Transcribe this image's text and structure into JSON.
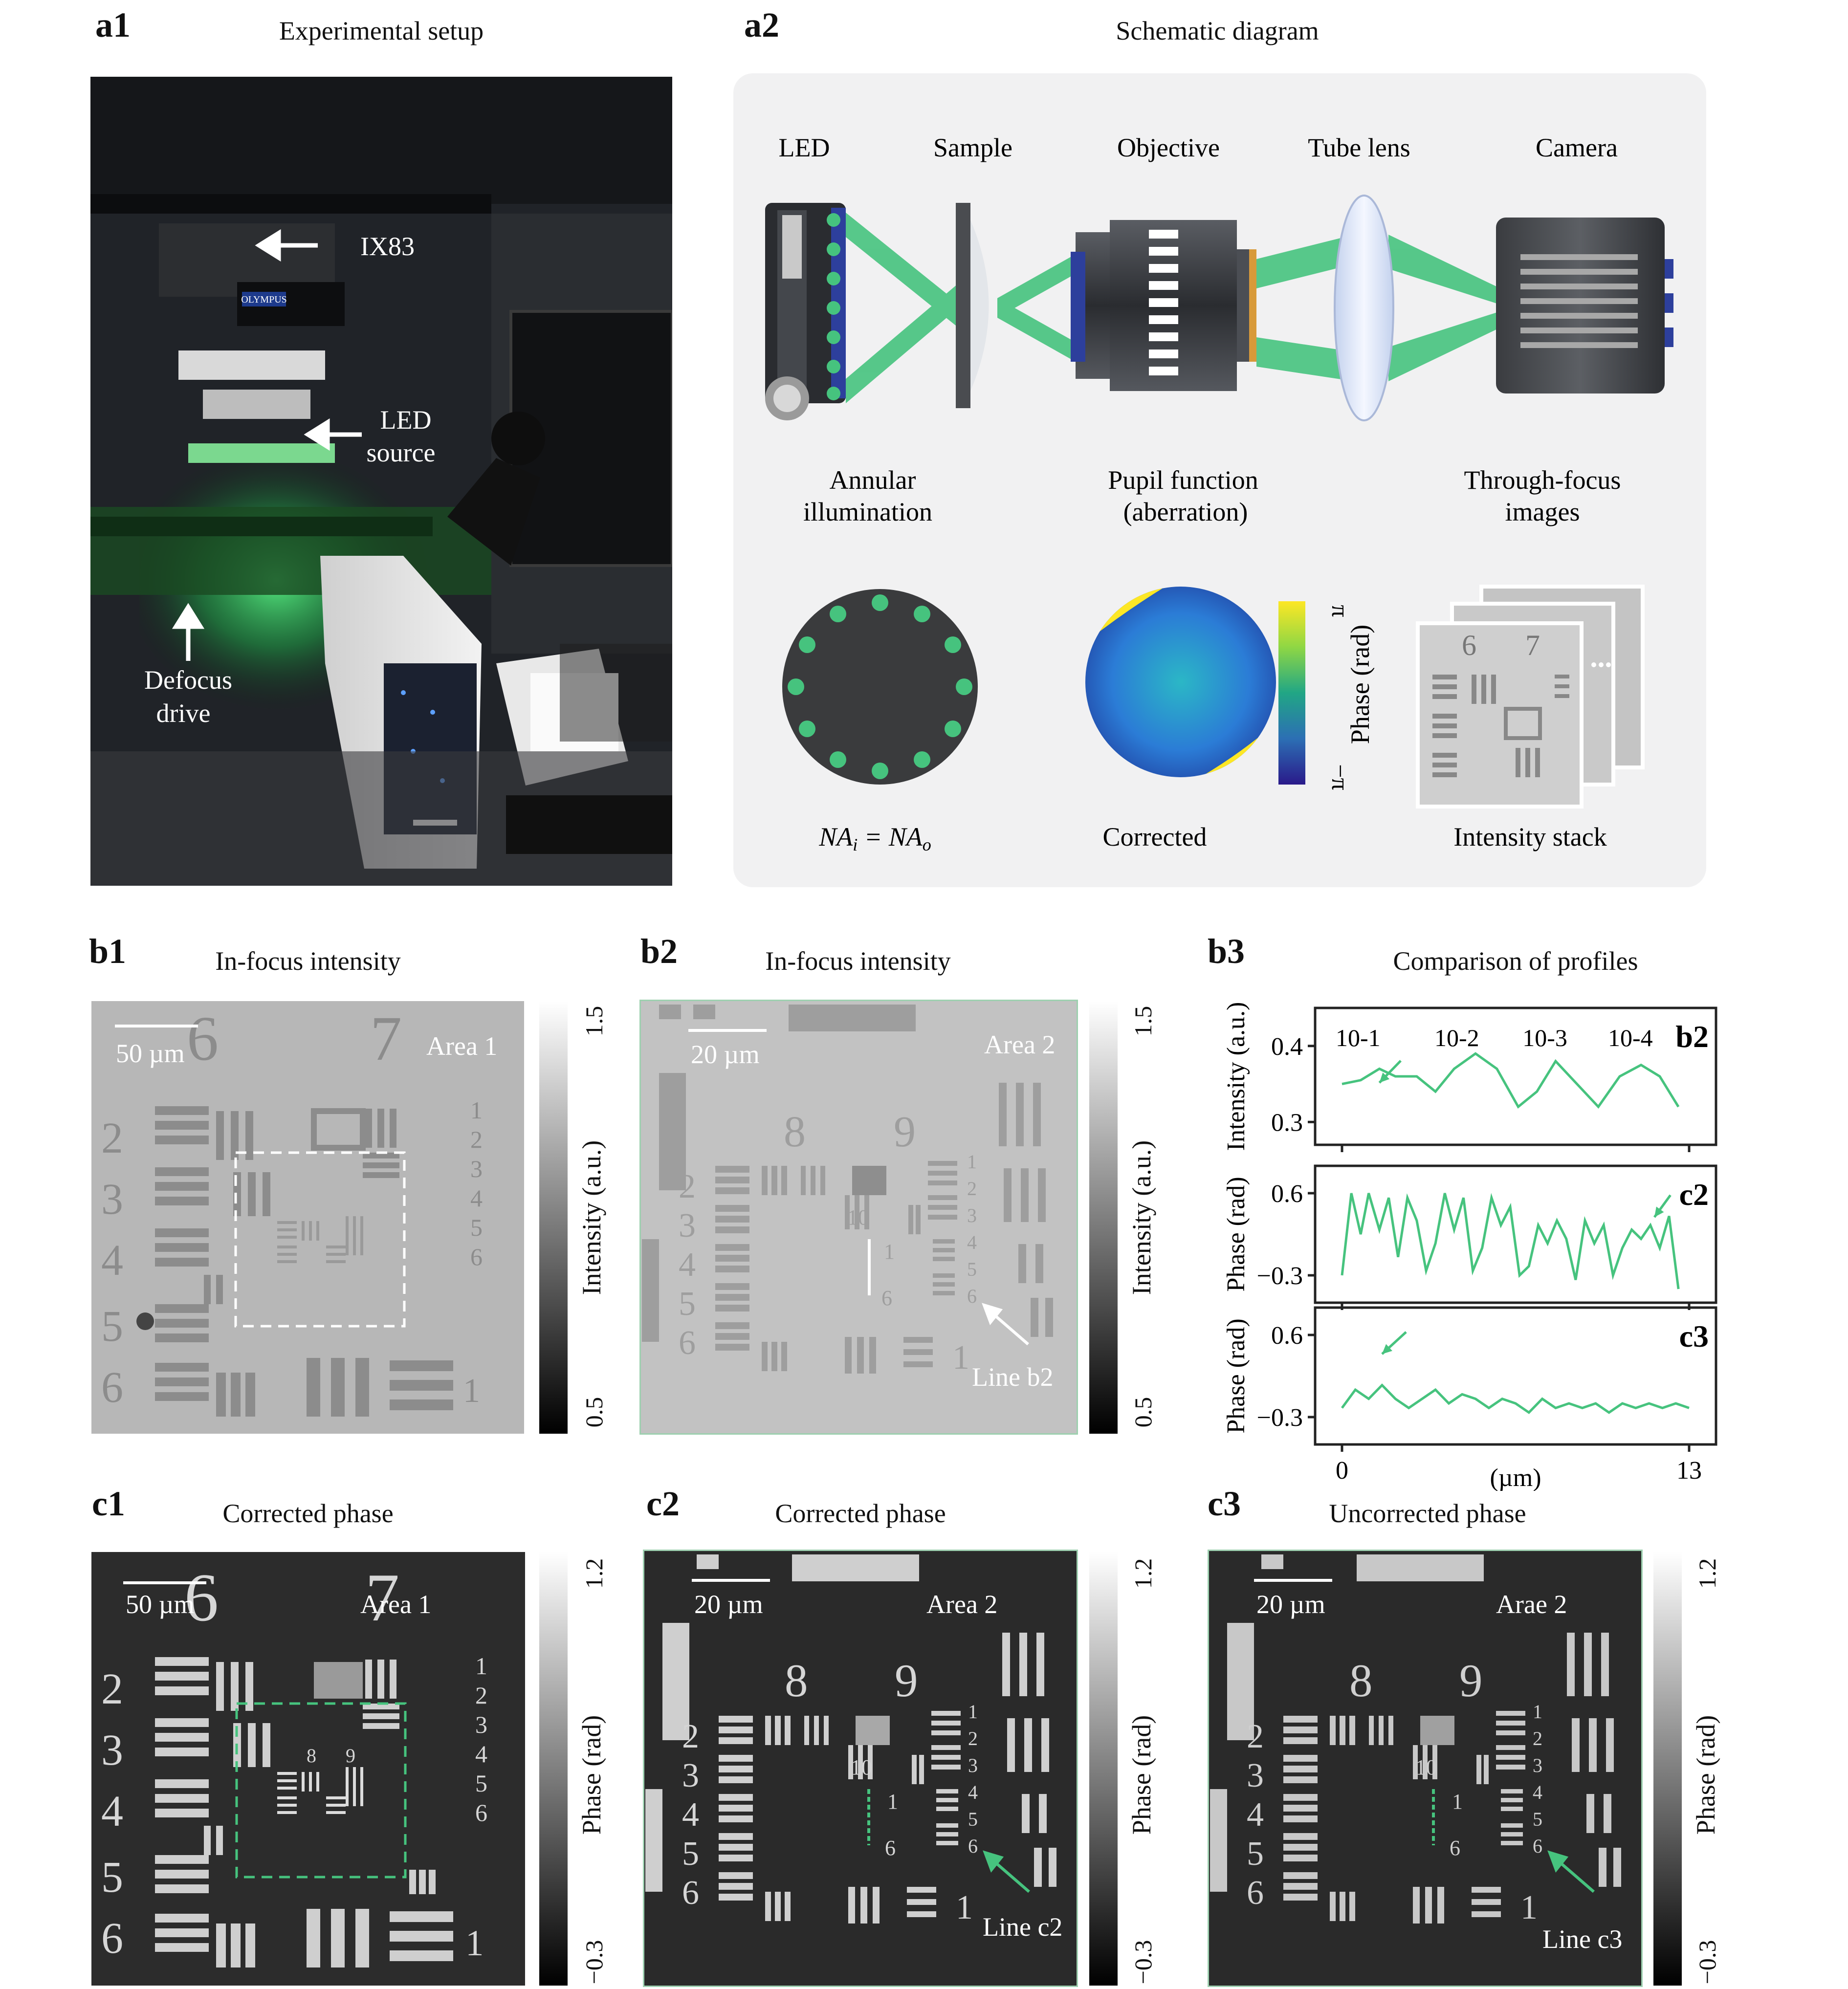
{
  "panels": {
    "a1": {
      "label": "a1",
      "title": "Experimental setup",
      "annotations": {
        "ix83": "IX83",
        "led1": "LED",
        "led2": "source",
        "defocus1": "Defocus",
        "defocus2": "drive",
        "brand": "OLYMPUS"
      }
    },
    "a2": {
      "label": "a2",
      "title": "Schematic diagram",
      "components": [
        "LED",
        "Sample",
        "Objective",
        "Tube lens",
        "Camera"
      ],
      "captions": {
        "annular1": "Annular",
        "annular2": "illumination",
        "pupil1": "Pupil function",
        "pupil2": "(aberration)",
        "through1": "Through-focus",
        "through2": "images"
      },
      "bottom": {
        "na": "NA",
        "na_i": "i",
        "na_eq": " = NA",
        "na_o": "o",
        "corrected": "Corrected",
        "stack": "Intensity stack"
      },
      "phase_colorbar": {
        "label": "Phase (rad)",
        "max": "π",
        "min": "−π"
      },
      "stack_numbers": [
        "6",
        "7"
      ]
    },
    "b1": {
      "label": "b1",
      "title": "In-focus intensity",
      "scalebar": "50 µm",
      "area": "Area 1"
    },
    "b2": {
      "label": "b2",
      "title": "In-focus intensity",
      "scalebar": "20 µm",
      "area": "Area 2",
      "line": "Line b2"
    },
    "b3": {
      "label": "b3",
      "title": "Comparison of profiles"
    },
    "c1": {
      "label": "c1",
      "title": "Corrected phase",
      "scalebar": "50 µm",
      "area": "Area 1"
    },
    "c2": {
      "label": "c2",
      "title": "Corrected phase",
      "scalebar": "20 µm",
      "area": "Area 2",
      "line": "Line c2"
    },
    "c3": {
      "label": "c3",
      "title": "Uncorrected phase",
      "scalebar": "20 µm",
      "area": "Arae 2",
      "line": "Line c3"
    }
  },
  "colorbars": {
    "intensity": {
      "label": "Intensity (a.u.)",
      "max": "1.5",
      "min": "0.5"
    },
    "phase": {
      "label": "Phase (rad)",
      "max": "1.2",
      "min": "−0.3"
    }
  },
  "target_labels": {
    "groups": [
      "2",
      "3",
      "4",
      "5",
      "6"
    ],
    "group_numbers_top": [
      "6",
      "7"
    ],
    "group_numbers_mid": [
      "8",
      "9"
    ],
    "group_10": "10",
    "element_1": "1",
    "element_6": "6",
    "right_column": [
      "1",
      "2",
      "3",
      "4",
      "5",
      "6"
    ]
  },
  "chart_data": {
    "type": "line",
    "xlabel": "(µm)",
    "xlim": [
      0,
      13
    ],
    "xticks": [
      "0",
      "13"
    ],
    "subplots": [
      {
        "name": "b2",
        "ylabel": "Intensity (a.u.)",
        "yticks": [
          "0.4",
          "0.3"
        ],
        "ylim": [
          0.27,
          0.45
        ],
        "annotations": [
          "10-1",
          "10-2",
          "10-3",
          "10-4"
        ],
        "x": [
          0,
          0.7,
          1.4,
          2.0,
          2.8,
          3.5,
          4.2,
          5.0,
          5.8,
          6.6,
          7.3,
          8.0,
          8.8,
          9.6,
          10.4,
          11.2,
          11.9,
          12.6
        ],
        "values": [
          0.35,
          0.355,
          0.37,
          0.36,
          0.36,
          0.34,
          0.37,
          0.39,
          0.37,
          0.32,
          0.34,
          0.38,
          0.35,
          0.32,
          0.36,
          0.375,
          0.36,
          0.32
        ]
      },
      {
        "name": "c2",
        "ylabel": "Phase (rad)",
        "yticks": [
          "0.6",
          "−0.3"
        ],
        "ylim": [
          -0.6,
          0.9
        ],
        "x": [
          0,
          0.35,
          0.7,
          1.0,
          1.4,
          1.75,
          2.1,
          2.45,
          2.8,
          3.15,
          3.5,
          3.85,
          4.2,
          4.55,
          4.9,
          5.25,
          5.6,
          5.95,
          6.3,
          6.65,
          7.0,
          7.35,
          7.7,
          8.05,
          8.4,
          8.75,
          9.1,
          9.45,
          9.8,
          10.15,
          10.5,
          10.85,
          11.2,
          11.55,
          11.9,
          12.25,
          12.6
        ],
        "values": [
          -0.3,
          0.6,
          0.15,
          0.6,
          0.2,
          0.55,
          -0.1,
          0.55,
          0.3,
          -0.25,
          0.05,
          0.6,
          0.2,
          0.55,
          -0.25,
          0.0,
          0.55,
          0.25,
          0.45,
          -0.3,
          -0.2,
          0.25,
          0.05,
          0.3,
          0.1,
          -0.35,
          0.3,
          0.05,
          0.25,
          -0.3,
          0.0,
          0.2,
          0.1,
          0.25,
          0.0,
          0.35,
          -0.45
        ]
      },
      {
        "name": "c3",
        "ylabel": "Phase (rad)",
        "yticks": [
          "0.6",
          "−0.3"
        ],
        "ylim": [
          -0.6,
          0.9
        ],
        "x": [
          0,
          0.5,
          1.0,
          1.5,
          2.0,
          2.5,
          3.0,
          3.5,
          4.0,
          4.5,
          5.0,
          5.5,
          6.0,
          6.5,
          7.0,
          7.5,
          8.0,
          8.5,
          9.0,
          9.5,
          10.0,
          10.5,
          11.0,
          11.5,
          12.0,
          12.5,
          13.0
        ],
        "values": [
          -0.2,
          0.0,
          -0.1,
          0.05,
          -0.1,
          -0.2,
          -0.1,
          0.0,
          -0.15,
          -0.05,
          -0.1,
          -0.2,
          -0.1,
          -0.15,
          -0.25,
          -0.1,
          -0.2,
          -0.15,
          -0.2,
          -0.15,
          -0.25,
          -0.15,
          -0.2,
          -0.15,
          -0.2,
          -0.15,
          -0.2
        ]
      }
    ]
  }
}
